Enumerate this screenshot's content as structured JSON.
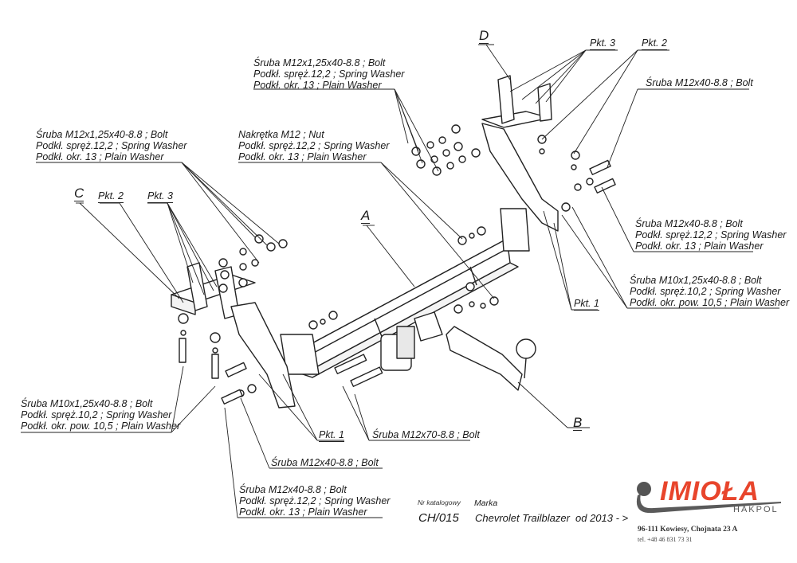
{
  "callouts": {
    "bolt_group_top": [
      "Śruba M12x1,25x40-8.8 ;  Bolt",
      "Podkł. spręż.12,2 ; Spring Washer",
      "Podkł. okr. 13 ; Plain Washer"
    ],
    "bolt_group_left": [
      "Śruba M12x1,25x40-8.8 ;  Bolt",
      "Podkł. spręż.12,2 ; Spring Washer",
      "Podkł. okr. 13 ; Plain Washer"
    ],
    "nut_group": [
      "Nakrętka  M12 ; Nut",
      "Podkł. spręż.12,2 ; Spring Washer",
      "Podkł. okr. 13 ; Plain Washer"
    ],
    "bolt_right_single": "Śruba M12x40-8.8 ;  Bolt",
    "bolt_group_right": [
      "Śruba M12x40-8.8 ;  Bolt",
      "Podkł. spręż.12,2 ; Spring Washer",
      "Podkł. okr. 13 ; Plain Washer"
    ],
    "bolt_m10_right": [
      "Śruba M10x1,25x40-8.8 ;  Bolt",
      "Podkł. spręż.10,2 ; Spring Washer",
      "Podkł. okr. pow. 10,5 ; Plain Washer"
    ],
    "bolt_m10_left": [
      "Śruba M10x1,25x40-8.8 ;  Bolt",
      "Podkł. spręż.10,2 ; Spring Washer",
      "Podkł. okr. pow. 10,5 ; Plain Washer"
    ],
    "bolt_m12x70": "Śruba M12x70-8.8 ;  Bolt",
    "bolt_m12x40_mid": "Śruba M12x40-8.8 ;  Bolt",
    "bolt_group_bottom": [
      "Śruba M12x40-8.8 ;  Bolt",
      "Podkł. spręż.12,2 ; Spring Washer",
      "Podkł. okr. 13 ; Plain Washer"
    ]
  },
  "points": {
    "pkt1": "Pkt. 1",
    "pkt2": "Pkt. 2",
    "pkt3": "Pkt. 3"
  },
  "parts": {
    "a": "A",
    "b": "B",
    "c": "C",
    "d": "D"
  },
  "title_block": {
    "catalog_label": "Nr katalogowy",
    "catalog_number": "CH/015",
    "make_label": "Marka",
    "vehicle": "Chevrolet Trailblazer",
    "year": "od 2013 - >"
  },
  "brand": {
    "name": "IMIOŁA",
    "sub": "HAKPOL",
    "address": "96-111 Kowiesy, Chojnata 23 A",
    "phone": "tel. +48 46 831 73 31",
    "accent_color": "#e8452c",
    "ball_color": "#555555"
  }
}
